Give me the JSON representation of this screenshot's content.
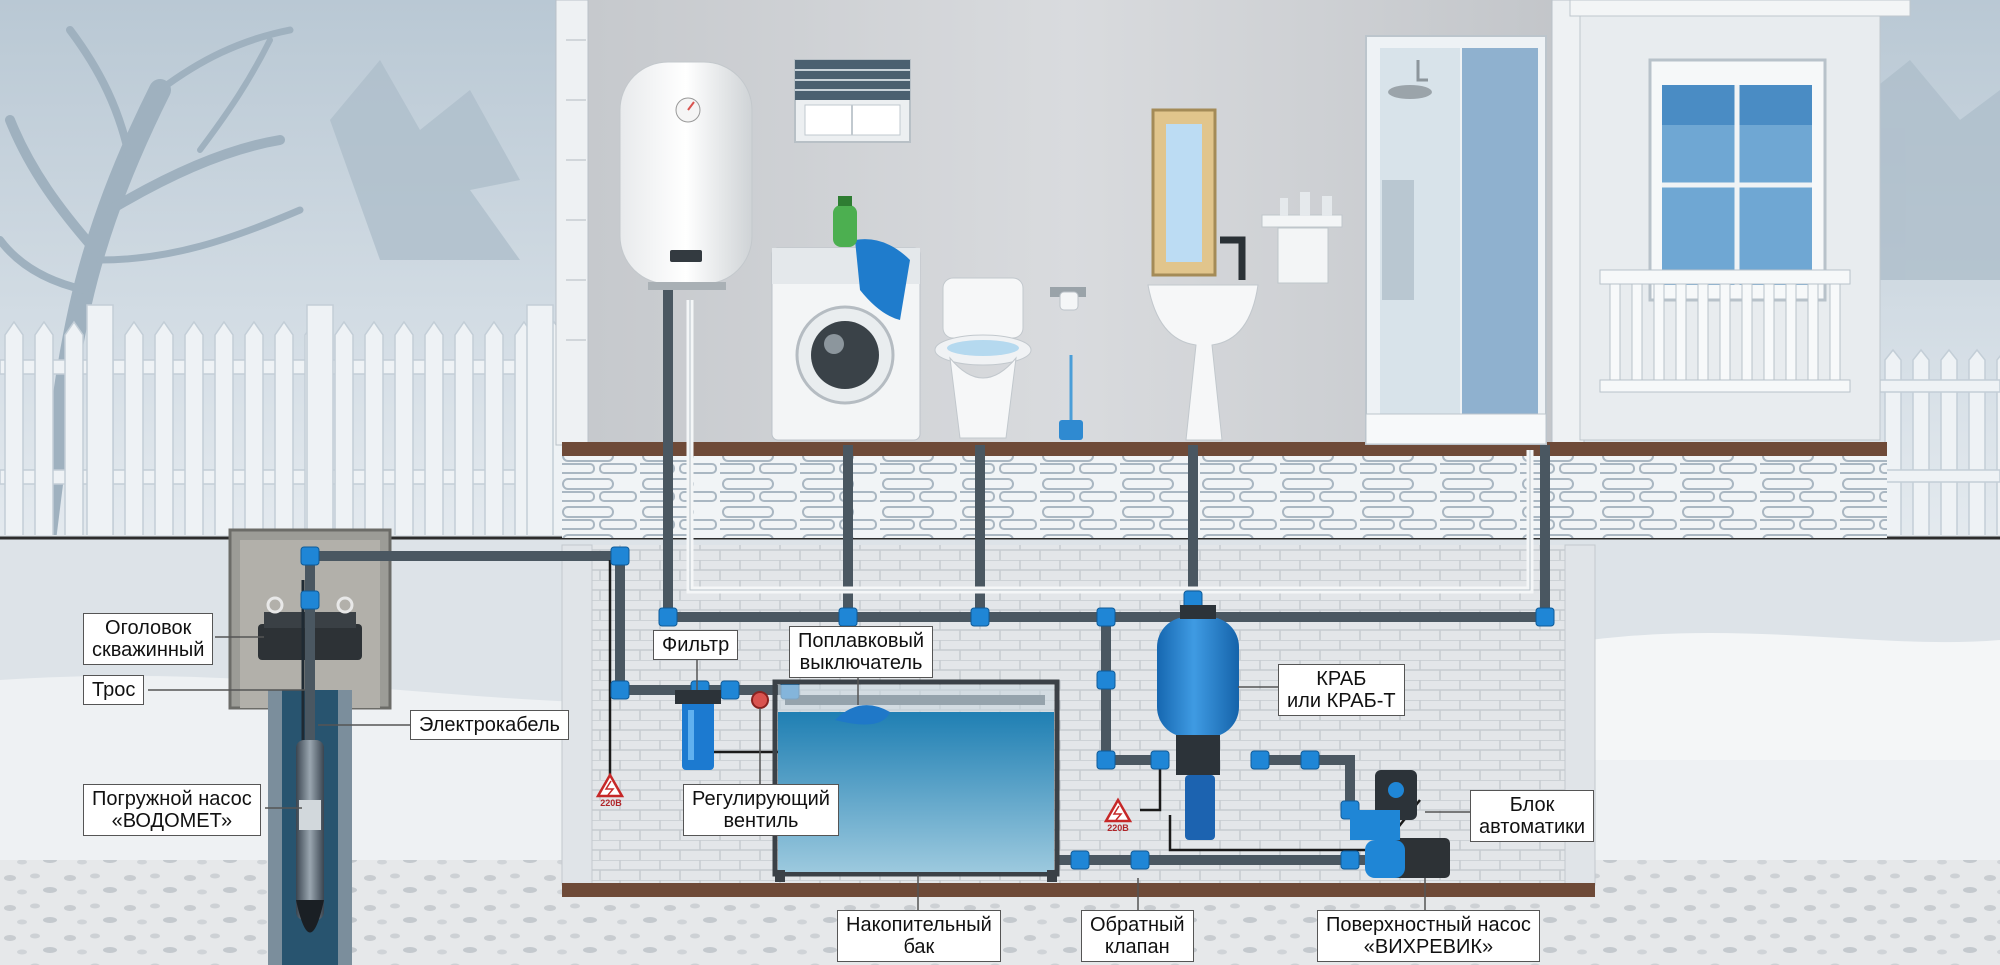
{
  "labels": {
    "wellhead": [
      "Оголовок",
      "скважинный"
    ],
    "rope": [
      "Трос"
    ],
    "cable": [
      "Электрокабель"
    ],
    "pump": [
      "Погружной насос",
      "«ВОДОМЕТ»"
    ],
    "filter": [
      "Фильтр"
    ],
    "float_switch": [
      "Поплавковый",
      "выключатель"
    ],
    "valve": [
      "Регулирующий",
      "вентиль"
    ],
    "tank": [
      "Накопительный",
      "бак"
    ],
    "check_valve": [
      "Обратный",
      "клапан"
    ],
    "accumulator": [
      "КРАБ",
      "или КРАБ-Т"
    ],
    "automation": [
      "Блок",
      "автоматики"
    ],
    "surface_pump": [
      "Поверхностный насос",
      "«ВИХРЕВИК»"
    ]
  },
  "voltage": "220В",
  "colors": {
    "pipe": "#4a5761",
    "fitting": "#1f86d6",
    "accumulator": "#1d78c8",
    "tank_water": "#2a8bbf",
    "sky": "#c9d6e0",
    "soil": "#e9ecef",
    "floor": "#6e4a38"
  },
  "icons": [
    "tree-icon",
    "fence-icon",
    "boiler-icon",
    "washing-machine-icon",
    "toilet-icon",
    "sink-icon",
    "shower-cabin-icon",
    "window-icon",
    "warning-triangle-icon"
  ]
}
